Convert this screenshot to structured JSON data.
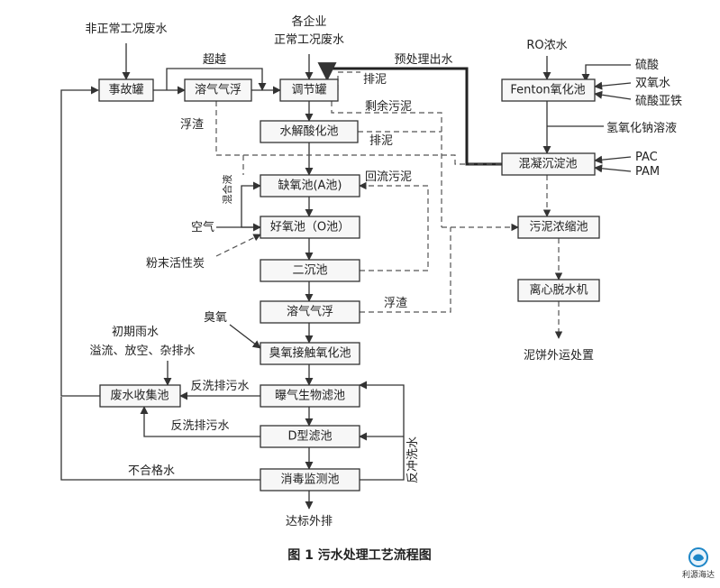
{
  "figure": {
    "caption": "图 1    污水处理工艺流程图"
  },
  "labels": {
    "abnormal_input": "非正常工况废水",
    "normal_input_1": "各企业",
    "normal_input_2": "正常工况废水",
    "overflow": "超越",
    "pretreat_out": "预处理出水",
    "ro_input": "RO浓水",
    "sulfuric_acid": "硫酸",
    "hydrogen_peroxide": "双氧水",
    "ferrous_sulfate": "硫酸亚铁",
    "naoh": "氢氧化钠溶液",
    "pac": "PAC",
    "pam": "PAM",
    "sludge_1": "排泥",
    "excess_sludge": "剩余污泥",
    "scum_1": "浮渣",
    "sludge_2": "排泥",
    "mixed_liquor": "混合液",
    "return_sludge": "回流污泥",
    "air": "空气",
    "pac_powder": "粉末活性炭",
    "scum_2": "浮渣",
    "ozone": "臭氧",
    "rain_1": "初期雨水",
    "rain_2": "溢流、放空、杂排水",
    "backwash_1": "反洗排污水",
    "backwash_2": "反洗排污水",
    "backwash_water": "反冲洗水",
    "unqualified": "不合格水",
    "discharge": "达标外排"
  },
  "nodes": {
    "accident_tank": "事故罐",
    "daf_1": "溶气气浮",
    "equalization_tank": "调节罐",
    "hydrolysis": "水解酸化池",
    "anoxic": "缺氧池(A池)",
    "aerobic": "好氧池（O池）",
    "secondary_clarifier": "二沉池",
    "daf_2": "溶气气浮",
    "ozone_oxidation": "臭氧接触氧化池",
    "baf": "曝气生物滤池",
    "d_filter": "D型滤池",
    "disinfection": "消毒监测池",
    "wastewater_collection": "废水收集池",
    "fenton": "Fenton氧化池",
    "coag_sed": "混凝沉淀池",
    "sludge_thickener": "污泥浓缩池",
    "centrifuge": "离心脱水机",
    "sludge_disposal": "泥饼外运处置"
  },
  "logo": {
    "name": "利源海达"
  }
}
